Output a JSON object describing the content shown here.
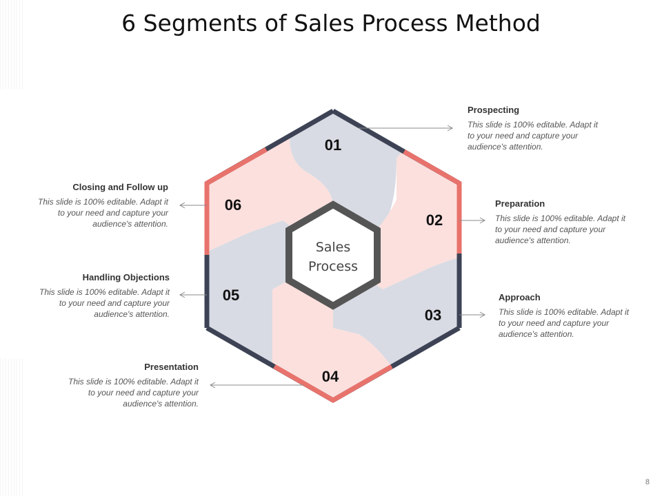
{
  "title": "6 Segments of Sales Process Method",
  "center": {
    "line1": "Sales",
    "line2": "Process"
  },
  "segments": [
    {
      "num": "01",
      "heading": "Prospecting",
      "desc": "This slide is 100% editable. Adapt it to your need and capture your audience's attention."
    },
    {
      "num": "02",
      "heading": "Preparation",
      "desc": "This slide is 100% editable. Adapt it to your need and capture your audience's attention."
    },
    {
      "num": "03",
      "heading": "Approach",
      "desc": "This slide is 100% editable. Adapt it to your need and capture your audience's attention."
    },
    {
      "num": "04",
      "heading": "Presentation",
      "desc": "This slide is 100% editable. Adapt it to your need and capture your audience's attention."
    },
    {
      "num": "05",
      "heading": "Handling Objections",
      "desc": "This slide is 100% editable. Adapt it to your need and capture your audience's attention."
    },
    {
      "num": "06",
      "heading": "Closing and Follow up",
      "desc": "This slide is 100% editable. Adapt it to your need and capture your audience's attention."
    }
  ],
  "page_number": "8",
  "colors": {
    "dark": "#3d4355",
    "salmon": "#e8736c",
    "grey_fill": "#d8dbe3",
    "pink_fill": "#fbe0de",
    "center_ring": "#555555"
  }
}
